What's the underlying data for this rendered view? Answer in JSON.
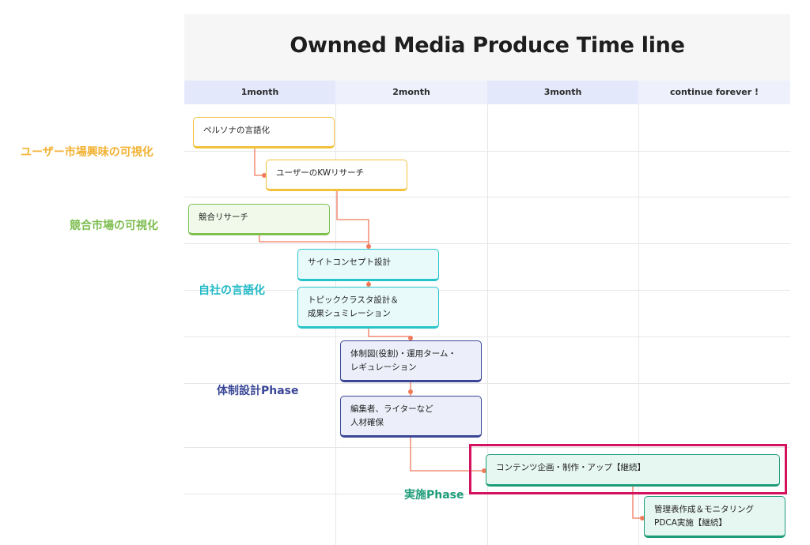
{
  "title": "Ownned Media Produce Time line",
  "columns": [
    "1month",
    "2month",
    "3month",
    "continue forever !"
  ],
  "phase_labels": {
    "user_market": "ユーザー市場興味の可視化",
    "competitor": "競合市場の可視化",
    "self_verbalize": "自社の言語化",
    "structure_phase": "体制設計Phase",
    "execution_phase": "実施Phase"
  },
  "tasks": {
    "persona": "ペルソナの言語化",
    "kw_research": "ユーザーのKWリサーチ",
    "competitor_research": "競合リサーチ",
    "site_concept": "サイトコンセプト設計",
    "topic_cluster": "トピッククラスタ設計＆\n成果シュミレーション",
    "org_chart": "体制図(役割)・運用ターム・\nレギュレーション",
    "staffing": "編集者、ライターなど\n人材確保",
    "content": "コンテンツ企画・制作・アップ【継続】",
    "monitoring": "管理表作成＆モニタリング\nPDCA実施【継続】"
  },
  "colors": {
    "yellow": "#f2c23c",
    "green": "#7dc050",
    "cyan": "#28c4cc",
    "navy": "#3a4796",
    "teal": "#1e9c7a",
    "connector": "#f07a5a",
    "highlight": "#d4135f"
  }
}
